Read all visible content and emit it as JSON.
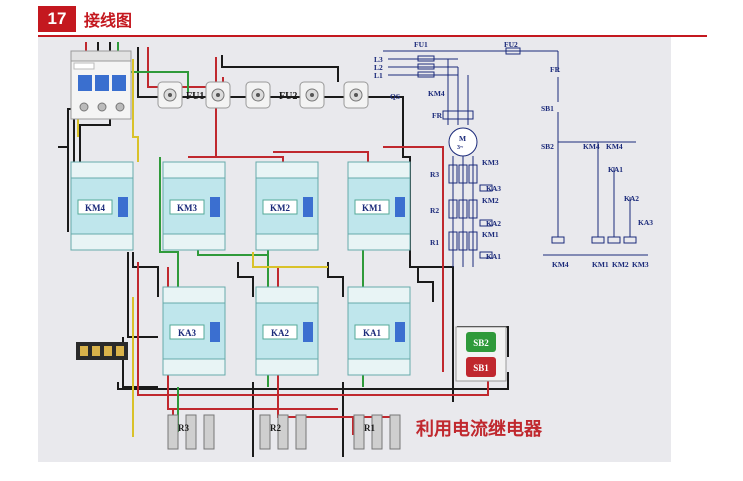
{
  "header": {
    "number": "17",
    "title": "接线图"
  },
  "panel": {
    "fuses_label_1": "FU1",
    "fuses_label_2": "FU2",
    "contactors": [
      "KM4",
      "KM3",
      "KM2",
      "KM1"
    ],
    "relays": [
      "KA3",
      "KA2",
      "KA1"
    ],
    "resistors": [
      "R3",
      "R2",
      "R1"
    ],
    "buttons": {
      "sb2": "SB2",
      "sb1": "SB1"
    },
    "caption": "利用电流继电器"
  },
  "schematic": {
    "lines": [
      "L3",
      "L2",
      "L1"
    ],
    "qs": "QS",
    "fu1": "FU1",
    "fu2": "FU2",
    "km4": "KM4",
    "fr": "FR",
    "motor_m": "M",
    "motor_phase": "3~",
    "r3": "R3",
    "r2": "R2",
    "r1": "R1",
    "km3": "KM3",
    "ka3": "KA3",
    "km2": "KM2",
    "ka2": "KA2",
    "km1": "KM1",
    "ka1": "KA1",
    "ctrl_fr": "FR",
    "ctrl_sb1": "SB1",
    "ctrl_sb2": "SB2",
    "ctrl_km4": "KM4",
    "ctrl_km4b": "KM4",
    "ctrl_ka1": "KA1",
    "ctrl_ka2": "KA2",
    "ctrl_ka3": "KA3",
    "coil_km4": "KM4",
    "coil_km1": "KM1",
    "coil_km2": "KM2",
    "coil_km3": "KM3"
  },
  "colors": {
    "accent": "#c4181f",
    "wire_red": "#c0282e",
    "wire_green": "#2f9a3a",
    "wire_yellow": "#d9c22a",
    "wire_black": "#1a1a1a",
    "schematic_blue": "#1b2a7a"
  }
}
